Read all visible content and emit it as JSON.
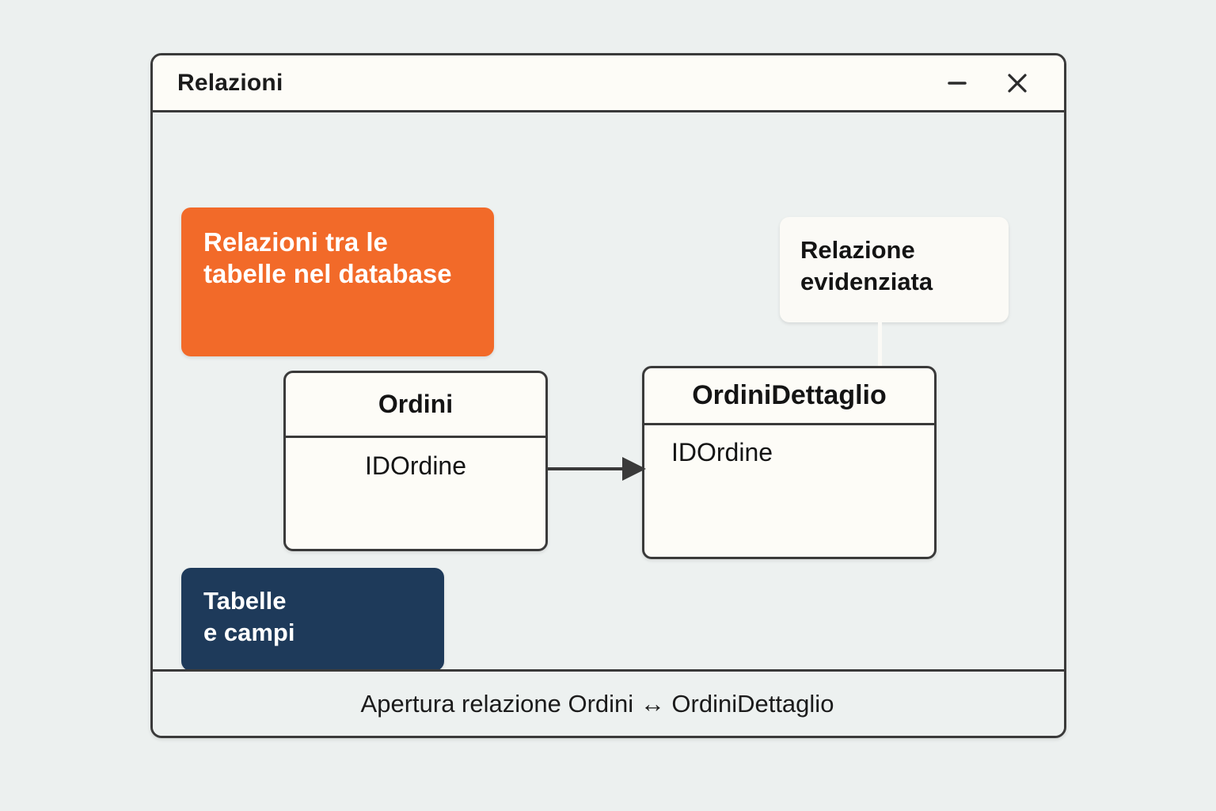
{
  "window": {
    "title": "Relazioni",
    "controls": [
      {
        "name": "minimize",
        "icon": "minimize-icon",
        "label": "–"
      },
      {
        "name": "close",
        "icon": "close-icon",
        "label": "×"
      }
    ]
  },
  "callouts": {
    "orange": {
      "text": "Relazioni tra le tabelle nel database",
      "color": "#f26a29",
      "text_color": "#ffffff"
    },
    "navy": {
      "text": "Tabelle\ne campi",
      "color": "#1e3a5a",
      "text_color": "#ffffff"
    },
    "white": {
      "text": "Relazione\nevidenziata",
      "color": "#fbfaf6",
      "text_color": "#141414"
    }
  },
  "diagram": {
    "tables": [
      {
        "name": "Ordini",
        "fields": [
          "IDOrdine"
        ]
      },
      {
        "name": "OrdiniDettaglio",
        "fields": [
          "IDOrdine"
        ]
      }
    ],
    "relation": {
      "from": "Ordini",
      "to": "OrdiniDettaglio",
      "direction": "right-arrow"
    }
  },
  "statusbar": {
    "text": "Apertura relazione Ordini ↔ OrdiniDettaglio"
  }
}
